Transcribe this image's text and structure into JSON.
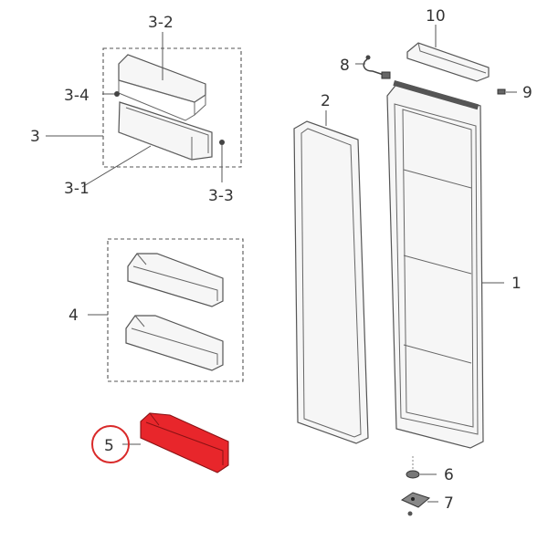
{
  "diagram": {
    "callouts": [
      {
        "id": "label-3-2",
        "text": "3-2"
      },
      {
        "id": "label-3-4",
        "text": "3-4"
      },
      {
        "id": "label-3",
        "text": "3"
      },
      {
        "id": "label-3-1",
        "text": "3-1"
      },
      {
        "id": "label-3-3",
        "text": "3-3"
      },
      {
        "id": "label-4",
        "text": "4"
      },
      {
        "id": "label-5",
        "text": "5"
      },
      {
        "id": "label-2",
        "text": "2"
      },
      {
        "id": "label-10",
        "text": "10"
      },
      {
        "id": "label-8",
        "text": "8"
      },
      {
        "id": "label-9",
        "text": "9"
      },
      {
        "id": "label-1",
        "text": "1"
      },
      {
        "id": "label-6",
        "text": "6"
      },
      {
        "id": "label-7",
        "text": "7"
      }
    ],
    "colors": {
      "highlight_part": "#e8262b",
      "highlight_circle": "#d92a2a",
      "line": "#555555"
    }
  }
}
